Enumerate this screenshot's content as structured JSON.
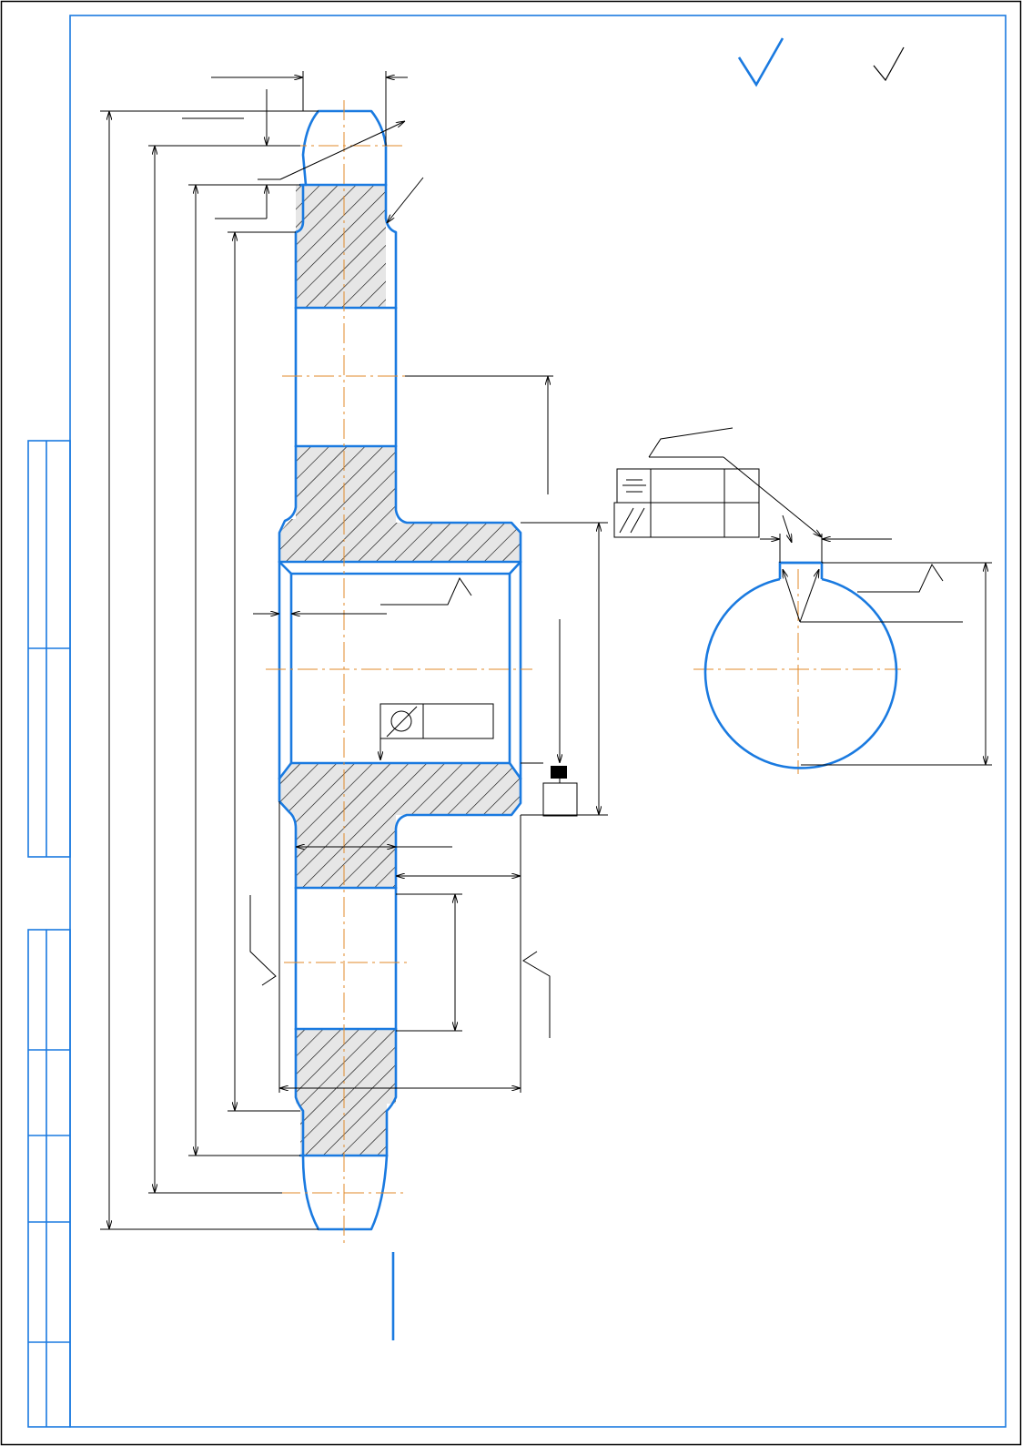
{
  "drawing": {
    "type": "engineering-drawing",
    "subject": "sprocket-wheel",
    "colors": {
      "outline": "#1a7ae0",
      "dimension": "#000000",
      "centerline": "#e08a2a",
      "hatch_fill": "#e6e6e6",
      "background": "#ffffff"
    },
    "surface_finish_symbols": 2,
    "tolerance_frames": 3,
    "section_views": 1,
    "text_annotations": []
  }
}
